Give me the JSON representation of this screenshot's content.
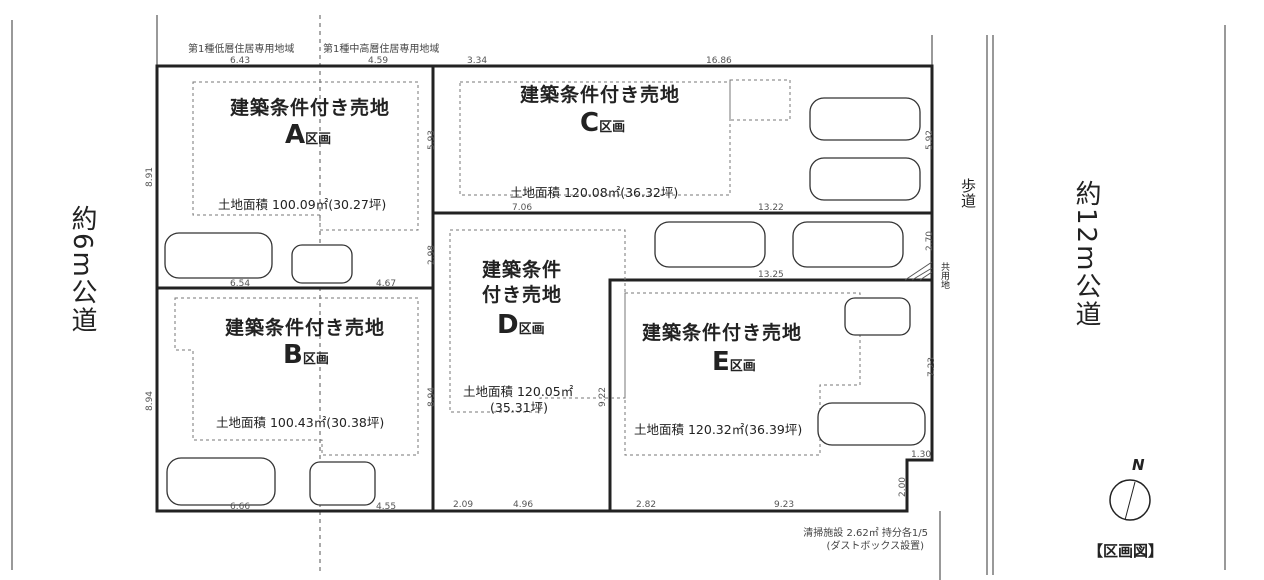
{
  "zones": {
    "left": "第1種低層住居専用地域",
    "right": "第1種中高層住居専用地域"
  },
  "roads": {
    "left": "約6m公道",
    "right": "約12m公道",
    "sidewalk": "歩道",
    "shared": "共用地"
  },
  "lots": [
    {
      "id": "A",
      "title": "建築条件付き売地",
      "letter": "A",
      "suffix": "区画",
      "area": "土地面積 100.09㎡(30.27坪)"
    },
    {
      "id": "B",
      "title": "建築条件付き売地",
      "letter": "B",
      "suffix": "区画",
      "area": "土地面積 100.43㎡(30.38坪)"
    },
    {
      "id": "C",
      "title": "建築条件付き売地",
      "letter": "C",
      "suffix": "区画",
      "area": "土地面積 120.08㎡(36.32坪)"
    },
    {
      "id": "D",
      "title1": "建築条件",
      "title2": "付き売地",
      "letter": "D",
      "suffix": "区画",
      "area1": "土地面積 120.05㎡",
      "area2": "(35.31坪)"
    },
    {
      "id": "E",
      "title": "建築条件付き売地",
      "letter": "E",
      "suffix": "区画",
      "area": "土地面積 120.32㎡(36.39坪)"
    }
  ],
  "dims": {
    "top_a": "6.43",
    "top_b": "4.59",
    "top_c": "3.34",
    "top_d": "16.86",
    "a_left": "8.91",
    "a_right": "5.93",
    "a_right2": "2.98",
    "a_bottom1": "6.54",
    "a_bottom2": "4.67",
    "b_left": "8.94",
    "b_right": "8.94",
    "b_bottom1": "6.66",
    "b_bottom2": "4.55",
    "c_right": "5.92",
    "c_bottom1": "7.06",
    "c_bottom2": "13.22",
    "d_row": "13.25",
    "d_right": "2.70",
    "d_right2": "9.22",
    "d_bottom1": "2.09",
    "d_bottom2": "4.96",
    "e_right": "7.23",
    "e_notch_w": "1.30",
    "e_notch_h": "2.00",
    "e_bottom1": "2.82",
    "e_bottom2": "9.23"
  },
  "notes": {
    "cleaning": "清掃施設 2.62㎡ 持分各1/5",
    "dustbox": "(ダストボックス設置)"
  },
  "north": "N",
  "legend_title": "【区画図】"
}
